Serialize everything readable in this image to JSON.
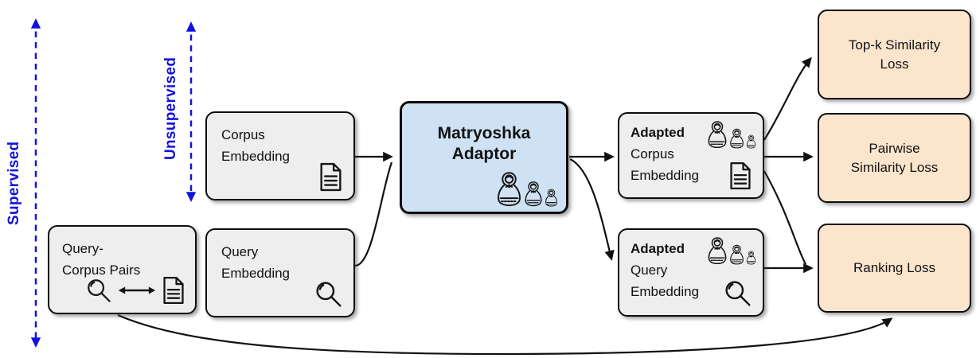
{
  "colors": {
    "box_gray": "#eeeeee",
    "box_blue": "#cfe2f3",
    "box_orange": "#fce5cd",
    "box_border": "#0d0d0d",
    "arrow_black": "#111111",
    "accent_blue": "#1212dd"
  },
  "labels": {
    "supervised": "Supervised",
    "unsupervised": "Unsupervised"
  },
  "nodes": {
    "corpus_embedding": {
      "line1": "Corpus",
      "line2": "Embedding",
      "icon": "document-icon"
    },
    "query_embedding": {
      "line1": "Query",
      "line2": "Embedding",
      "icon": "magnifier-icon"
    },
    "query_corpus_pairs": {
      "line1": "Query-",
      "line2": "Corpus Pairs",
      "icons": [
        "magnifier-icon",
        "bidirectional-arrow-icon",
        "document-icon"
      ]
    },
    "adaptor": {
      "line1": "Matryoshka",
      "line2": "Adaptor",
      "icon": "matryoshka-dolls-icon"
    },
    "adapted_corpus": {
      "prefix": "Adapted",
      "line2": "Corpus",
      "line3": "Embedding",
      "icons": [
        "matryoshka-dolls-icon",
        "document-icon"
      ]
    },
    "adapted_query": {
      "prefix": "Adapted",
      "line2": "Query",
      "line3": "Embedding",
      "icons": [
        "matryoshka-dolls-icon",
        "magnifier-icon"
      ]
    },
    "topk_loss": {
      "lines": [
        "Top-k Similarity",
        "Loss"
      ]
    },
    "pairwise_loss": {
      "lines": [
        "Pairwise",
        "Similarity Loss"
      ]
    },
    "ranking_loss": {
      "lines": [
        "Ranking Loss"
      ]
    }
  }
}
